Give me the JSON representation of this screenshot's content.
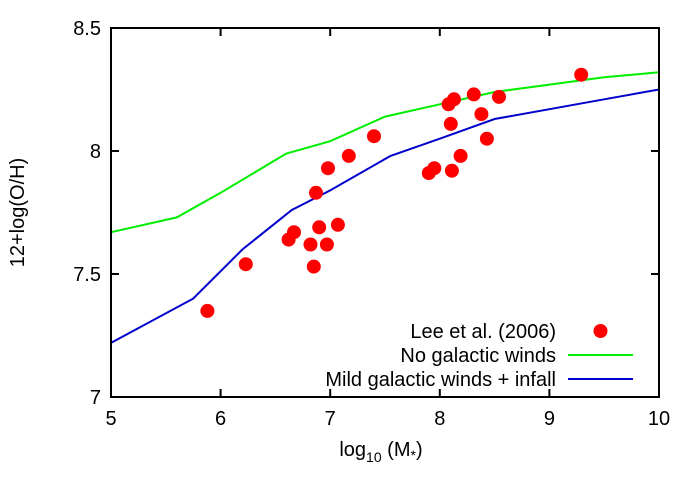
{
  "chart_data": {
    "type": "scatter",
    "title": "",
    "xlabel": "log10 (M*)",
    "xlabel_parts": {
      "base": "log",
      "sub": "10",
      "rest": " (M",
      "star": "*",
      "close": ")"
    },
    "ylabel": "12+log(O/H)",
    "xlim": [
      5,
      10
    ],
    "ylim": [
      7,
      8.5
    ],
    "x_ticks": [
      5,
      6,
      7,
      8,
      9,
      10
    ],
    "y_ticks": [
      7,
      7.5,
      8,
      8.5
    ],
    "x_tick_labels": [
      "5",
      "6",
      "7",
      "8",
      "9",
      "10"
    ],
    "y_tick_labels": [
      "7",
      "7.5",
      "8",
      "8.5"
    ],
    "grid": false,
    "legend_position": "bottom-right",
    "series": [
      {
        "name": "Lee et al. (2006)",
        "kind": "points",
        "color": "#ff0000",
        "points": [
          [
            5.88,
            7.35
          ],
          [
            6.23,
            7.54
          ],
          [
            6.62,
            7.64
          ],
          [
            6.67,
            7.67
          ],
          [
            6.82,
            7.62
          ],
          [
            6.85,
            7.53
          ],
          [
            6.87,
            7.83
          ],
          [
            6.9,
            7.69
          ],
          [
            6.97,
            7.62
          ],
          [
            6.98,
            7.93
          ],
          [
            7.07,
            7.7
          ],
          [
            7.17,
            7.98
          ],
          [
            7.4,
            8.06
          ],
          [
            7.9,
            7.91
          ],
          [
            7.95,
            7.93
          ],
          [
            8.08,
            8.19
          ],
          [
            8.1,
            8.11
          ],
          [
            8.11,
            7.92
          ],
          [
            8.13,
            8.21
          ],
          [
            8.19,
            7.98
          ],
          [
            8.31,
            8.23
          ],
          [
            8.38,
            8.15
          ],
          [
            8.43,
            8.05
          ],
          [
            8.54,
            8.22
          ],
          [
            9.29,
            8.31
          ]
        ]
      },
      {
        "name": "No galactic winds",
        "kind": "line",
        "color": "#00ee00",
        "points": [
          [
            5.0,
            7.67
          ],
          [
            5.6,
            7.73
          ],
          [
            6.0,
            7.83
          ],
          [
            6.6,
            7.99
          ],
          [
            7.0,
            8.04
          ],
          [
            7.5,
            8.14
          ],
          [
            8.0,
            8.19
          ],
          [
            8.5,
            8.24
          ],
          [
            9.0,
            8.27
          ],
          [
            9.5,
            8.3
          ],
          [
            10.0,
            8.32
          ]
        ]
      },
      {
        "name": "Mild galactic winds + infall",
        "kind": "line",
        "color": "#0000cc",
        "points": [
          [
            5.0,
            7.22
          ],
          [
            5.75,
            7.4
          ],
          [
            6.2,
            7.6
          ],
          [
            6.65,
            7.76
          ],
          [
            7.0,
            7.84
          ],
          [
            7.55,
            7.98
          ],
          [
            8.0,
            8.05
          ],
          [
            8.5,
            8.13
          ],
          [
            9.0,
            8.17
          ],
          [
            9.5,
            8.21
          ],
          [
            10.0,
            8.25
          ]
        ]
      }
    ]
  }
}
